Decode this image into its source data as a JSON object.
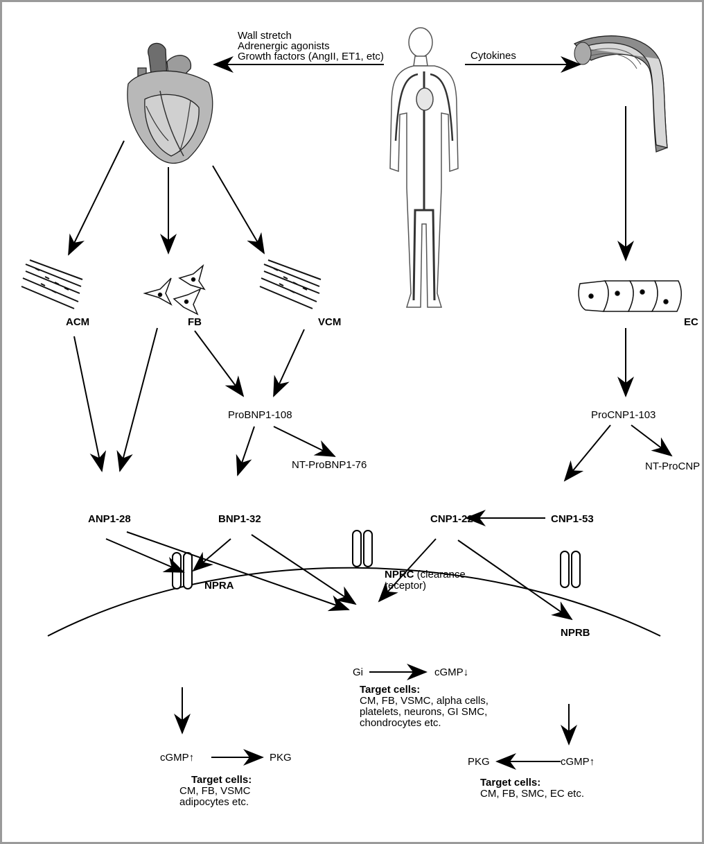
{
  "stimuli": {
    "heart": [
      "Wall stretch",
      "Adrenergic agonists",
      "Growth factors (AngII, ET1, etc)"
    ],
    "vessel": "Cytokines"
  },
  "cells": {
    "acm": "ACM",
    "fb": "FB",
    "vcm": "VCM",
    "ec": "EC"
  },
  "precursors": {
    "probnp": "ProBNP1-108",
    "ntprobnp": "NT-ProBNP1-76",
    "procnp": "ProCNP1-103",
    "ntprocnp": "NT-ProCNP"
  },
  "peptides": {
    "anp": "ANP1-28",
    "bnp": "BNP1-32",
    "cnp22": "CNP1-22",
    "cnp53": "CNP1-53"
  },
  "receptors": {
    "npra": "NPRA",
    "nprc_bold": "NPRC",
    "nprc_rest_1": " (clearance",
    "nprc_rest_2": "receptor)",
    "nprb": "NPRB"
  },
  "signaling": {
    "npra_cgmp": "cGMP↑",
    "npra_pkg": "PKG",
    "nprc_gi": "Gi",
    "nprc_cgmp": "cGMP↓",
    "nprb_pkg": "PKG",
    "nprb_cgmp": "cGMP↑"
  },
  "targets": {
    "heading": "Target cells:",
    "npra": [
      "CM, FB, VSMC",
      "adipocytes etc."
    ],
    "nprc": [
      "CM, FB, VSMC, alpha cells,",
      "platelets, neurons, GI SMC,",
      "chondrocytes etc."
    ],
    "nprb": [
      "CM, FB, SMC, EC etc."
    ]
  }
}
